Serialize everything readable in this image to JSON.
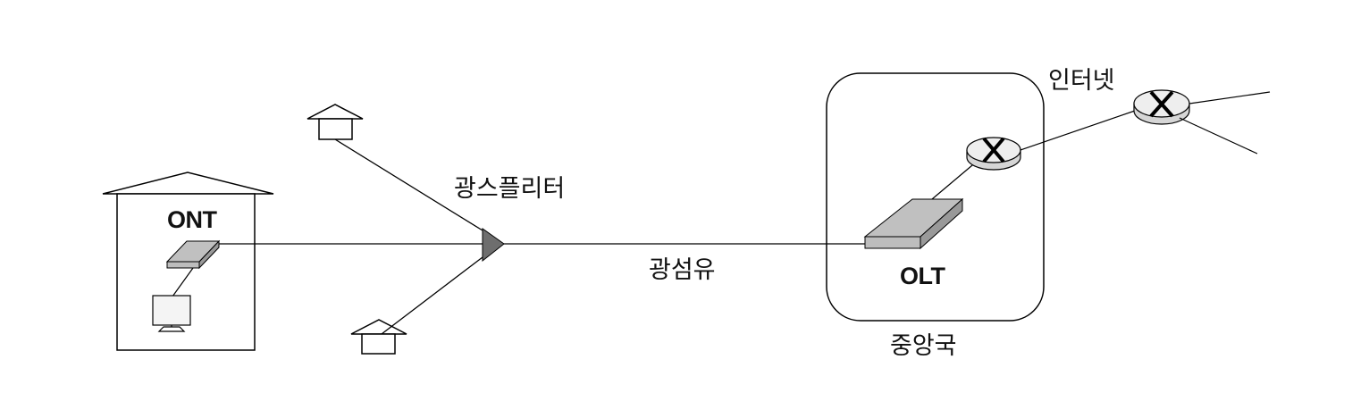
{
  "labels": {
    "ont": "ONT",
    "splitter": "광스플리터",
    "fiber": "광섬유",
    "olt": "OLT",
    "central_office": "중앙국",
    "internet": "인터넷"
  },
  "icons": {
    "house": "house-icon",
    "ont": "ont-device-icon",
    "pc": "monitor-icon",
    "splitter": "splitter-icon",
    "olt": "olt-device-icon",
    "router": "router-icon"
  },
  "colors": {
    "stroke": "#000000",
    "device_fill": "#c0c0c0",
    "device_side": "#999999",
    "splitter_fill": "#6e6e6e",
    "router_fill": "#eeeeee"
  }
}
